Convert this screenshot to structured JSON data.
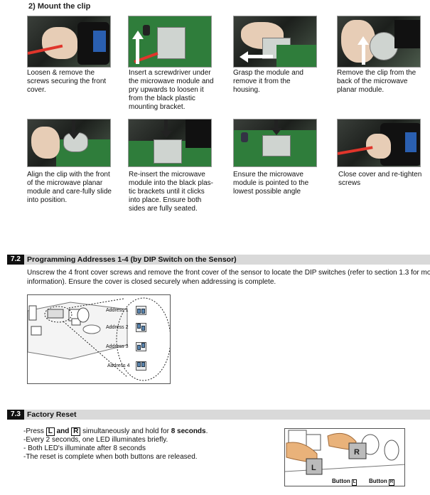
{
  "mount_clip": {
    "heading": "2) Mount the clip",
    "steps": [
      {
        "caption": "Loosen & remove the screws securing the front cover."
      },
      {
        "caption": "Insert a screwdriver under the microwave module and pry upwards to loosen it from the black plastic mounting bracket."
      },
      {
        "caption": "Grasp the module and remove it from the housing."
      },
      {
        "caption": "Remove the clip from the back of the microwave planar module."
      },
      {
        "caption": "Align the clip with the front of the microwave planar module and care-fully slide into position."
      },
      {
        "caption": "Re-insert the microwave module into the black plas-tic brackets until it clicks into place. Ensure both sides are fully seated."
      },
      {
        "caption": "Ensure the microwave module is pointed to the lowest possible angle"
      },
      {
        "caption": "Close cover and re-tighten screws"
      }
    ]
  },
  "section_72": {
    "number": "7.2",
    "title": "Programming Addresses 1-4 (by DIP Switch on the Sensor)",
    "body_line1": "Unscrew the 4 front cover screws and remove the front cover of the sensor to locate the DIP switches (refer to section 1.3 for mo",
    "body_line2": "information). Ensure the cover is closed securely when addressing is complete.",
    "addresses": [
      "Address 1",
      "Address 2",
      "Address 3",
      "Address 4"
    ]
  },
  "section_73": {
    "number": "7.3",
    "title": "Factory Reset",
    "line1_prefix": "-Press",
    "key_l": "L",
    "line1_and": "and",
    "key_r": "R",
    "line1_mid": "simultaneously and hold for",
    "line1_bold": "8 seconds",
    "line1_end": ".",
    "line2": "-Every 2 seconds, one LED illuminates briefly.",
    "line3": "- Both LED's illuminate after 8 seconds",
    "line4": "-The reset is complete when both buttons are released.",
    "button_caption": "Button"
  }
}
